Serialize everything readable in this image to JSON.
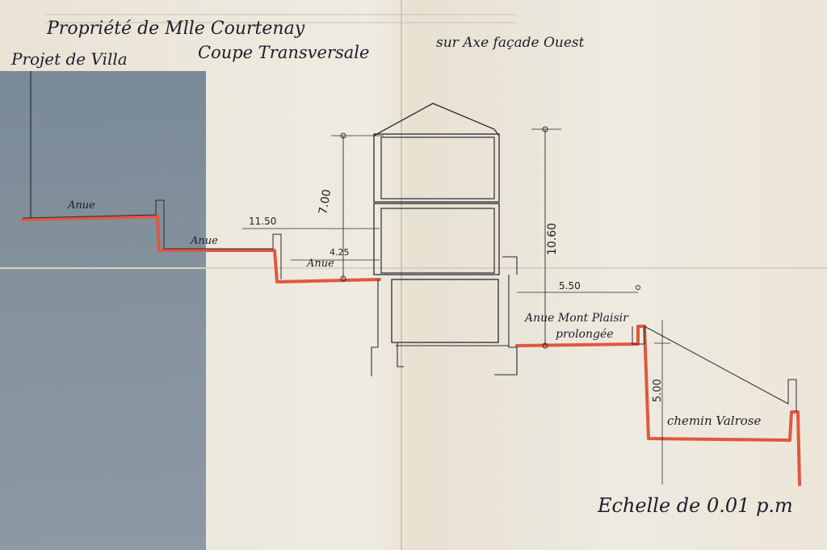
{
  "title": {
    "line1": "Propriété de Mlle Courtenay",
    "line2": "Projet de Villa",
    "line3": "Coupe Transversale",
    "line4": "sur Axe façade Ouest"
  },
  "labels": {
    "avenue1": "Anue",
    "avenue2": "Anue",
    "avenue3": "Anue",
    "mont_plaisir": "Anue Mont Plaisir",
    "prolongee": "prolongée",
    "chemin": "chemin Valrose",
    "scale": "Echelle de 0.01 p.m"
  },
  "dimensions": {
    "d1150": "11.50",
    "d425": "4.25",
    "d700": "7.00",
    "d1060": "10.60",
    "d550": "5.50",
    "d500": "5.00"
  },
  "colors": {
    "ground_line": "#e0573f",
    "ink": "#2a2a33",
    "paper": "#ece7da",
    "shadow": "#7a8a97"
  }
}
